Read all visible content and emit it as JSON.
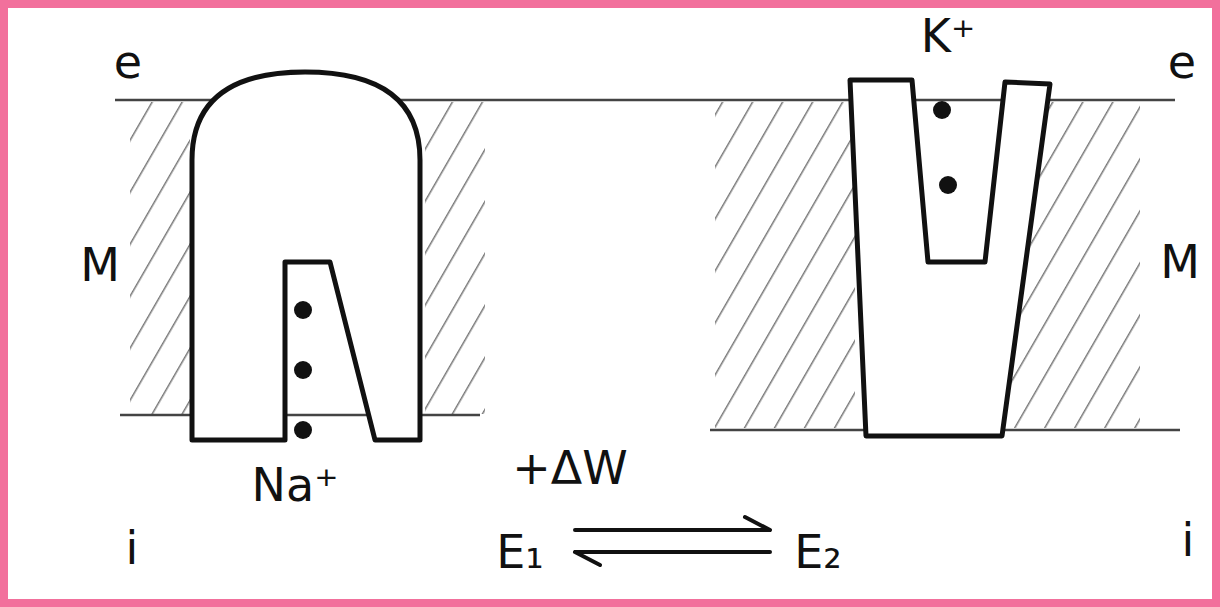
{
  "diagram": {
    "labels": [
      "e",
      "e",
      "K⁺",
      "M",
      "M",
      "Na⁺",
      "+ΔW",
      "E₁",
      "E₂",
      "i",
      "i"
    ]
  }
}
